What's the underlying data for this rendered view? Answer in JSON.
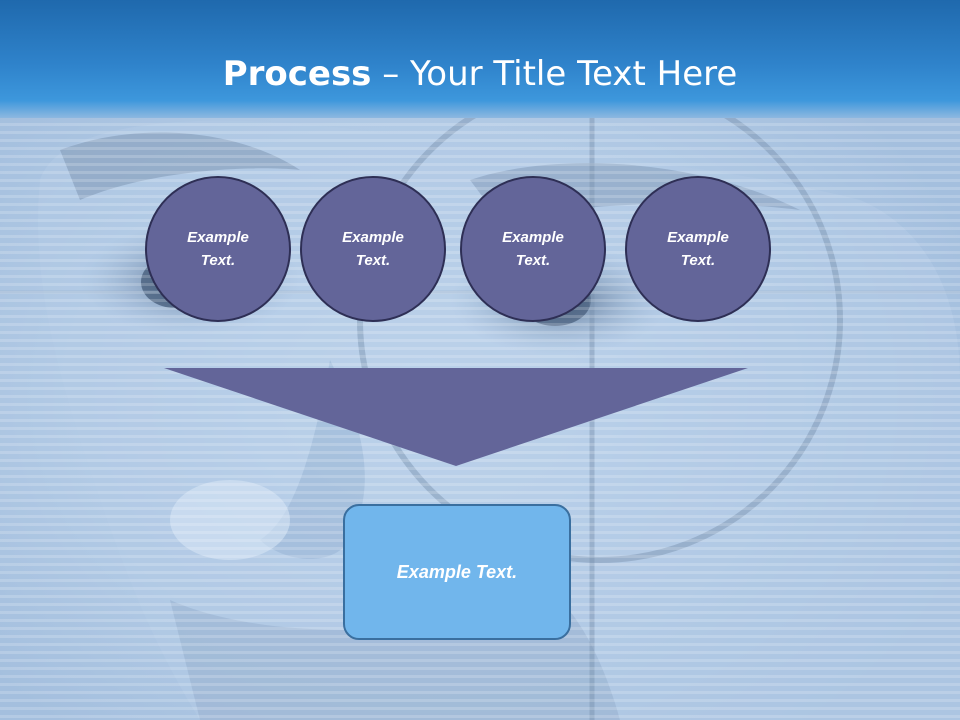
{
  "title": {
    "strong": "Process",
    "rest": " – Your Title Text Here"
  },
  "steps": [
    {
      "line1": "Example",
      "line2": "Text."
    },
    {
      "line1": "Example",
      "line2": "Text."
    },
    {
      "line1": "Example",
      "line2": "Text."
    },
    {
      "line1": "Example",
      "line2": "Text."
    }
  ],
  "result": {
    "label": "Example Text."
  },
  "colors": {
    "header": "#2f83cb",
    "circle_fill": "#636599",
    "circle_border": "#2e2f55",
    "funnel_fill": "#636599",
    "result_fill": "#71b6ec",
    "result_border": "#3a6f9f"
  }
}
